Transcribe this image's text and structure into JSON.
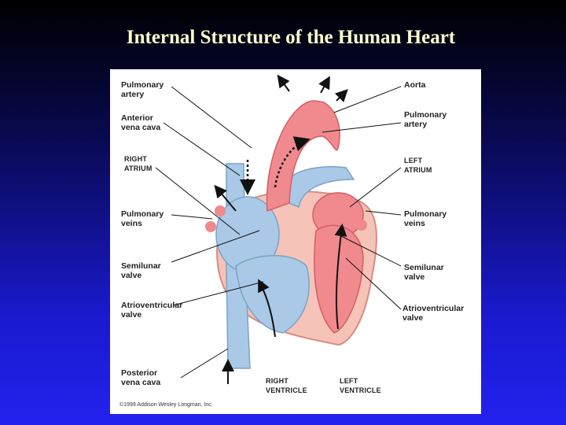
{
  "slide": {
    "title": "Internal Structure of the Human Heart"
  },
  "labels_left": {
    "pulmonary_artery": "Pulmonary\nartery",
    "anterior_vena_cava": "Anterior\nvena cava",
    "right_atrium": "RIGHT\nATRIUM",
    "pulmonary_veins": "Pulmonary\nveins",
    "semilunar_valve": "Semilunar\nvalve",
    "av_valve": "Atrioventricular\nvalve",
    "posterior_vena_cava": "Posterior\nvena cava"
  },
  "labels_right": {
    "aorta": "Aorta",
    "pulmonary_artery": "Pulmonary\nartery",
    "left_atrium": "LEFT\nATRIUM",
    "pulmonary_veins": "Pulmonary\nveins",
    "semilunar_valve": "Semilunar\nvalve",
    "av_valve": "Atrioventricular\nvalve"
  },
  "labels_bottom": {
    "right_ventricle": "RIGHT\nVENTRICLE",
    "left_ventricle": "LEFT\nVENTRICLE"
  },
  "copyright": "©1999 Addison Wesley Longman, Inc.",
  "colors": {
    "deoxygenated": "#a9c9e6",
    "oxygenated": "#f08a8f",
    "muscle": "#f6c3b8",
    "title": "#ffffcc"
  }
}
